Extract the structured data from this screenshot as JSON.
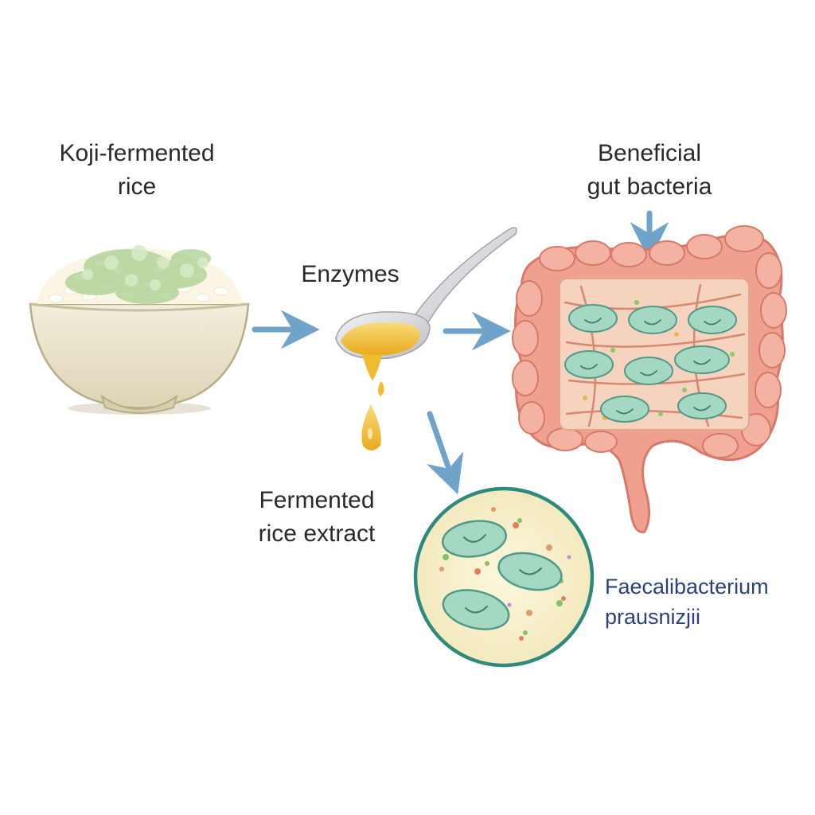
{
  "labels": {
    "koji_rice": [
      "Koji-fermented",
      "rice"
    ],
    "enzymes": "Enzymes",
    "gut_bacteria": [
      "Beneficial",
      "gut bacteria"
    ],
    "rice_extract": [
      "Fermented",
      "rice extract"
    ],
    "species": [
      "Faecalibacterium",
      "prausnizjii"
    ]
  },
  "colors": {
    "arrow": "#6fa3c9",
    "bowl": "#ece6cf",
    "bowl_rim": "#c9bf9c",
    "rice": "#fbf6e4",
    "koji_mold": "#a9cf8e",
    "honey": "#eebc2e",
    "spoon": "#dcdee2",
    "intestine": "#f0a08f",
    "intestine_outline": "#d6796a",
    "gut_interior": "#f6d3bf",
    "bacteria": "#a5d8c2",
    "bacteria_outline": "#4f9a88",
    "circle_border": "#2f8a7d",
    "circle_fill": "#faf3d3",
    "species_text": "#2c3f80"
  }
}
